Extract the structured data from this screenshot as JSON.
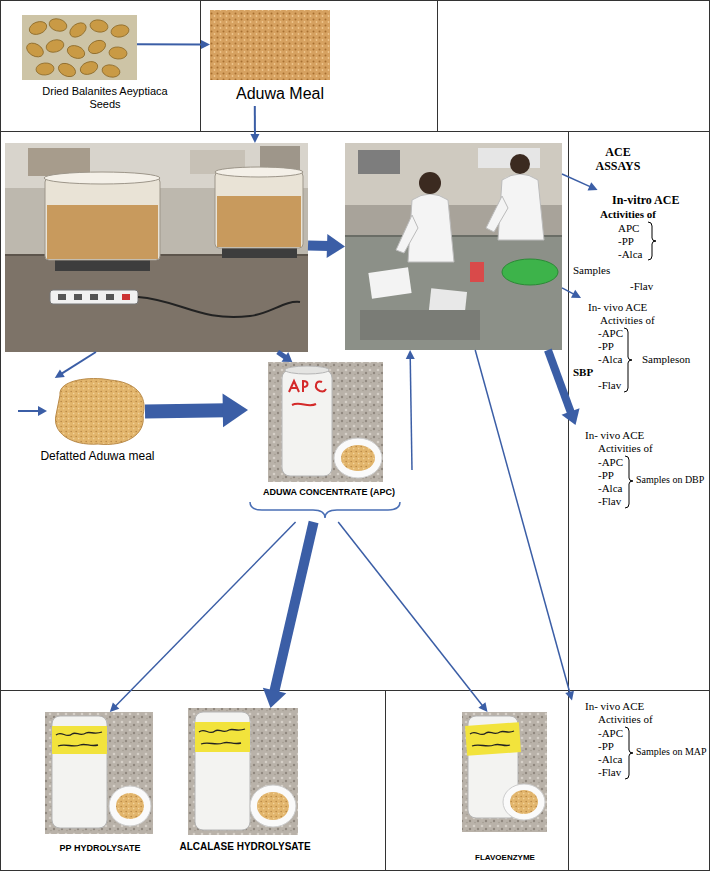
{
  "diagram": {
    "nodes": [
      {
        "text": [
          "Dried Balanites Aeyptiaca Seeds"
        ]
      },
      {
        "text": [
          "Aduwa Meal"
        ]
      },
      {
        "text": []
      },
      {
        "text": []
      },
      {
        "text": [
          "Defatted Aduwa meal"
        ]
      },
      {
        "text": [
          "ADUWA CONCENTRATE (APC)"
        ]
      },
      {
        "text": [
          "PP HYDROLYSATE"
        ]
      },
      {
        "text": [
          "ALCALASE HYDROLYSATE"
        ]
      },
      {
        "text": [
          "FLAVOENZYME"
        ]
      },
      {
        "text": [
          "ACE ASSAYS"
        ]
      },
      {
        "text": [
          "In-vitro ACE",
          "Activities of",
          "APC",
          "-PP",
          "-Alca",
          "Samples",
          "-Flav"
        ],
        "in": 9
      },
      {
        "text": [
          "In- vivo ACE",
          "Activities of",
          "-APC",
          "-PP",
          "-Alca",
          "Sampleson",
          "SBP",
          "-Flav"
        ],
        "in": 9
      },
      {
        "text": [
          "In- vivo ACE",
          "Activities of",
          "-APC",
          "-PP",
          "-Alca",
          "-Flav",
          "Samples on DBP"
        ],
        "in": 9
      },
      {
        "text": [
          "In- vivo ACE",
          "Activities of",
          "-APC",
          "-PP",
          "-Alca",
          "Samples on MAP",
          "-Flav"
        ]
      }
    ],
    "edges": [
      {
        "from": 0,
        "to": 1,
        "arrow": "to"
      },
      {
        "from": 1,
        "to": 2,
        "arrow": "to"
      },
      {
        "from": 2,
        "to": 3,
        "arrow": "to"
      },
      {
        "from": 2,
        "to": 4,
        "arrow": "to"
      },
      {
        "from": 2,
        "to": 5,
        "arrow": "to"
      },
      {
        "from": 4,
        "to": 5,
        "arrow": "to"
      },
      {
        "from": 5,
        "to": 3,
        "arrow": "to"
      },
      {
        "from": 5,
        "to": 6,
        "arrow": "to"
      },
      {
        "from": 5,
        "to": 7,
        "arrow": "to"
      },
      {
        "from": 5,
        "to": 8,
        "arrow": "to"
      },
      {
        "from": 3,
        "to": 10,
        "arrow": "to"
      },
      {
        "from": 3,
        "to": 11,
        "arrow": "to"
      },
      {
        "from": 3,
        "to": 12,
        "arrow": "to"
      },
      {
        "from": 3,
        "to": 13,
        "arrow": "to"
      }
    ]
  }
}
